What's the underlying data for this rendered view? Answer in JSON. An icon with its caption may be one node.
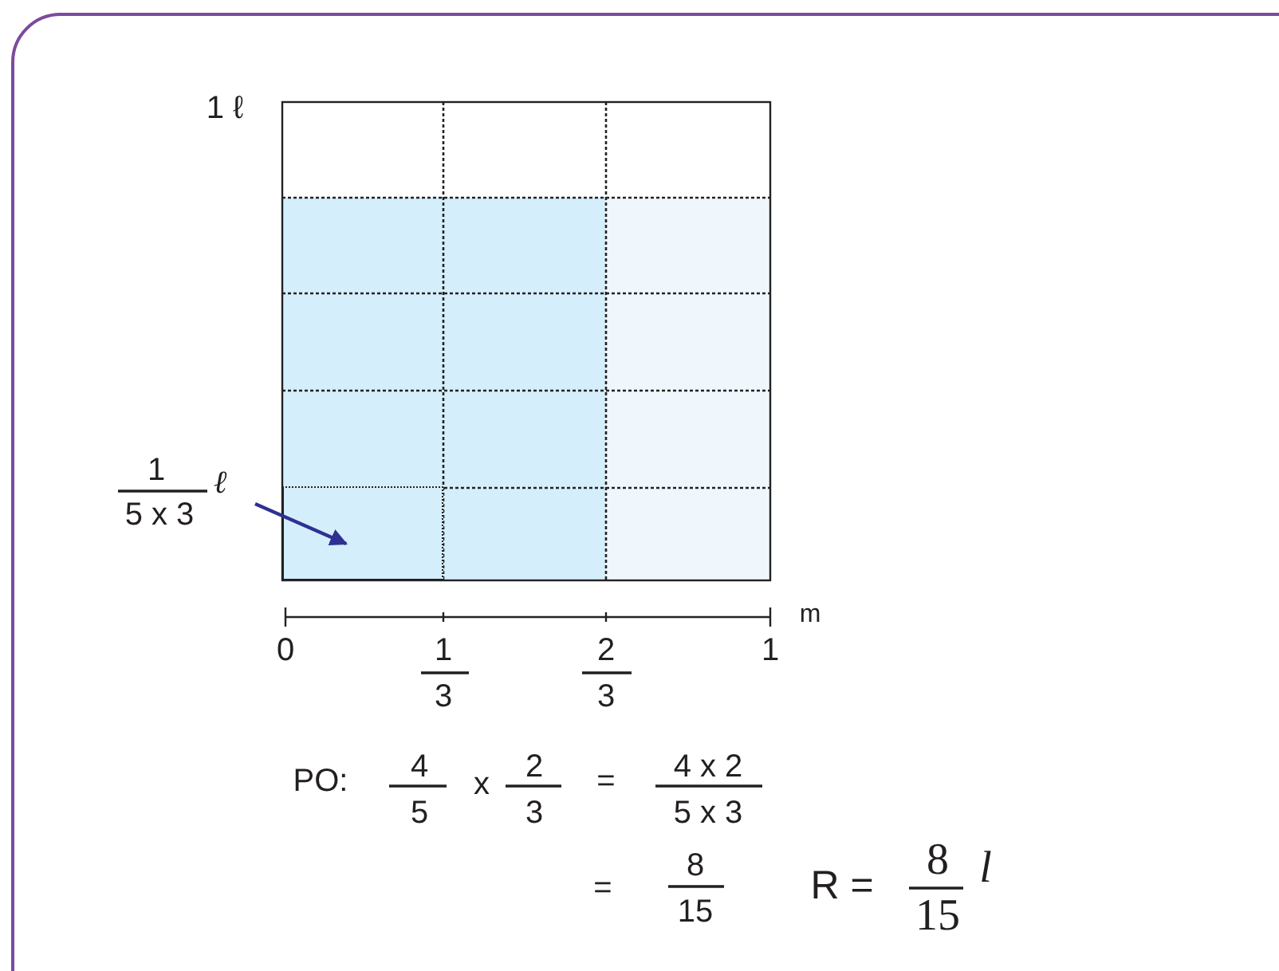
{
  "diagram": {
    "nodes": [
      {
        "text": [
          "1",
          "5 x 3",
          "ℓ"
        ]
      },
      {
        "text": [],
        "shape": "box"
      }
    ],
    "edges": [
      {
        "from": 0,
        "to": 1,
        "arrow": "to",
        "color": "#2e3192"
      }
    ],
    "labels": [
      "1 ℓ",
      "0",
      "1",
      "3",
      "2",
      "3",
      "1",
      "m",
      "PO:",
      "4",
      "5",
      "x",
      "2",
      "3",
      "=",
      "4 x 2",
      "5 x 3",
      "=",
      "8",
      "15",
      "R =",
      "8",
      "15",
      "l"
    ]
  }
}
